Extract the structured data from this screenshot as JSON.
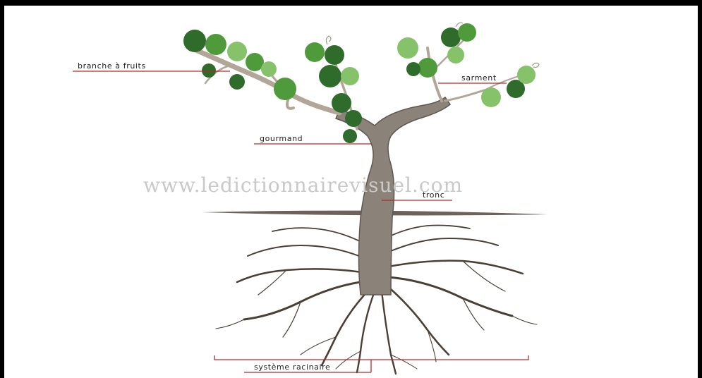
{
  "labels": {
    "branche": "branche à fruits",
    "sarment": "sarment",
    "gourmand": "gourmand",
    "tronc": "tronc",
    "systeme": "système racinaire"
  },
  "watermark": "www.ledictionnairevisuel.com",
  "colors": {
    "leaf_dark": "#2f6b2a",
    "leaf_mid": "#4f9a3b",
    "leaf_light": "#86c26a",
    "trunk": "#8b8379",
    "root": "#4a3f35",
    "leader_line": "#b52a2a"
  }
}
